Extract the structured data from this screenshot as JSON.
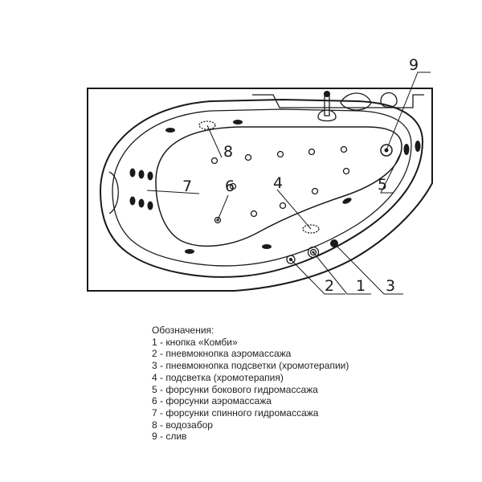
{
  "callouts": {
    "1": "1",
    "2": "2",
    "3": "3",
    "4": "4",
    "5": "5",
    "6": "6",
    "7": "7",
    "8": "8",
    "9": "9"
  },
  "legend": {
    "title": "Обозначения:",
    "items": [
      "1 - кнопка «Комби»",
      "2 - пневмокнопка аэромассажа",
      "3 - пневмокнопка подсветки (хромотерапии)",
      "4 - подсветка (хромотерапия)",
      "5 - форсунки бокового гидромассажа",
      "6 - форсунки аэромассажа",
      "7 - форсунки спинного гидромассажа",
      "8 - водозабор",
      "9 - слив"
    ]
  }
}
